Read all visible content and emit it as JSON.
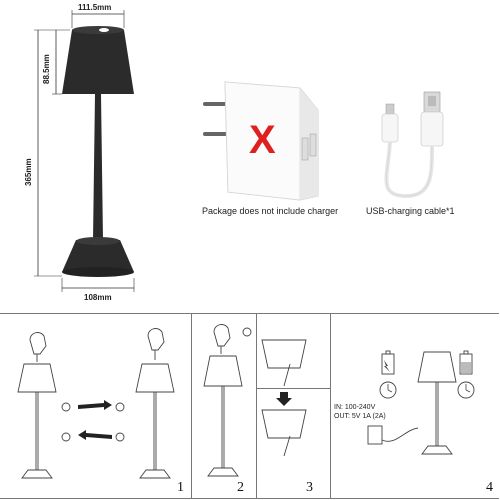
{
  "dimensions": {
    "top_width": "111.5mm",
    "shade_height": "88.5mm",
    "total_height": "365mm",
    "base_width": "108mm"
  },
  "charger": {
    "caption": "Package does not include charger",
    "mark": "X",
    "mark_color": "#e02020"
  },
  "cable": {
    "caption": "USB-charging cable*1"
  },
  "steps": [
    {
      "number": "1"
    },
    {
      "number": "2"
    },
    {
      "number": "3"
    },
    {
      "number": "4"
    }
  ],
  "charging_info": {
    "input": "IN:  100-240V",
    "output": "OUT:  5V 1A  (2A)"
  },
  "colors": {
    "lamp": "#2a2a2a",
    "line": "#333333",
    "panel_border": "#777777"
  }
}
